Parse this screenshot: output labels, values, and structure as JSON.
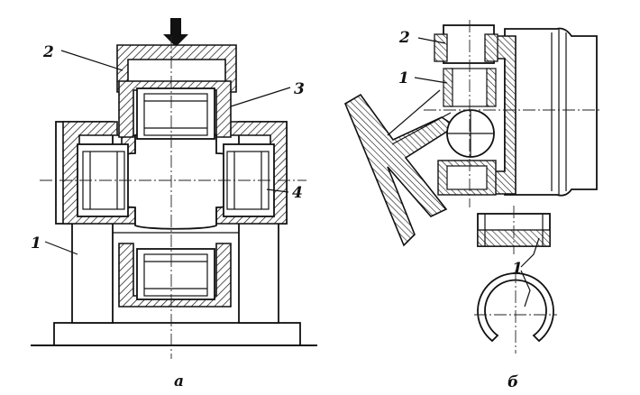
{
  "figure_a": {
    "labels": [
      "2",
      "3",
      "4",
      "1"
    ],
    "caption": "а"
  },
  "figure_b": {
    "labels": [
      "2",
      "1",
      "1"
    ],
    "caption": "б"
  }
}
